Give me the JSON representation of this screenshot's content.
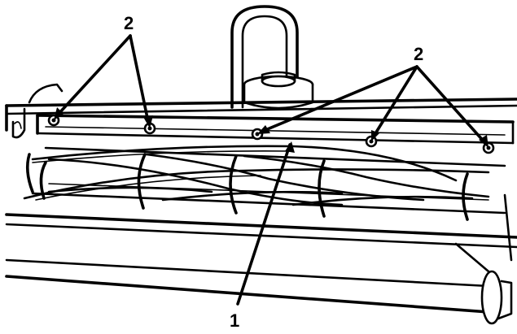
{
  "figure": {
    "callouts": [
      {
        "id": "bolt-left",
        "label": "2"
      },
      {
        "id": "bolt-right",
        "label": "2"
      },
      {
        "id": "bedbar-part",
        "label": "1"
      }
    ]
  }
}
